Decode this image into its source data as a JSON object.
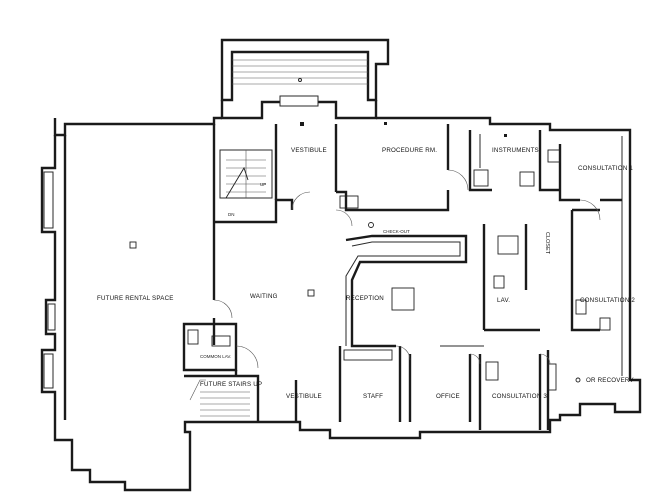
{
  "rooms": {
    "vestibule_top": "VESTIBULE",
    "procedure": "PROCEDURE RM.",
    "instruments": "INSTRUMENTS",
    "consultation_1": "CONSULTATION 1",
    "consultation_2": "CONSULTATION 2",
    "consultation_3": "CONSULTATION 3",
    "future_rental": "FUTURE RENTAL SPACE",
    "waiting": "WAITING",
    "reception": "RECEPTION",
    "lav": "LAV.",
    "closet": "CLOSET",
    "common_lav": "COMMON LAV.",
    "future_stair": "FUTURE STAIRS UP",
    "vestibule_bottom": "VESTIBULE",
    "staff": "STAFF",
    "office": "OFFICE",
    "or_recovery": "OR RECOVERY",
    "check_out": "CHECK-OUT",
    "dn": "DN",
    "up": "UP"
  },
  "line_color": "#1a1a1a"
}
